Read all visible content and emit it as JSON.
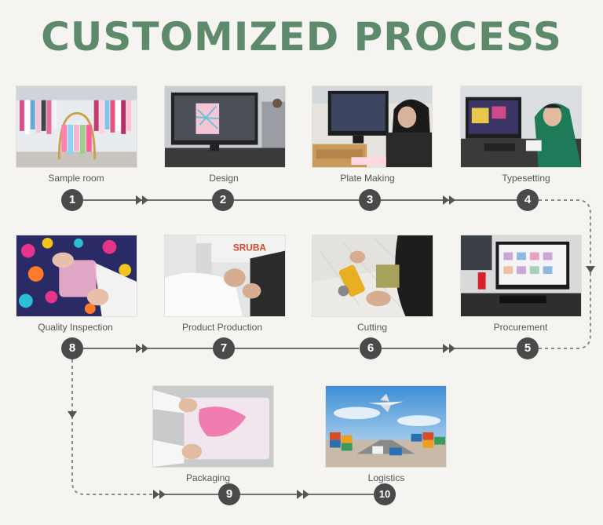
{
  "title": "CUSTOMIZED PROCESS",
  "steps": [
    {
      "number": "1",
      "label": "Sample room"
    },
    {
      "number": "2",
      "label": "Design"
    },
    {
      "number": "3",
      "label": "Plate Making"
    },
    {
      "number": "4",
      "label": "Typesetting"
    },
    {
      "number": "5",
      "label": "Procurement"
    },
    {
      "number": "6",
      "label": "Cutting"
    },
    {
      "number": "7",
      "label": "Product Production"
    },
    {
      "number": "8",
      "label": "Quality Inspection"
    },
    {
      "number": "9",
      "label": "Packaging"
    },
    {
      "number": "10",
      "label": "Logistics"
    }
  ],
  "colors": {
    "title": "#5e8a6c",
    "badge": "#4a4a4a",
    "line": "#707070"
  }
}
